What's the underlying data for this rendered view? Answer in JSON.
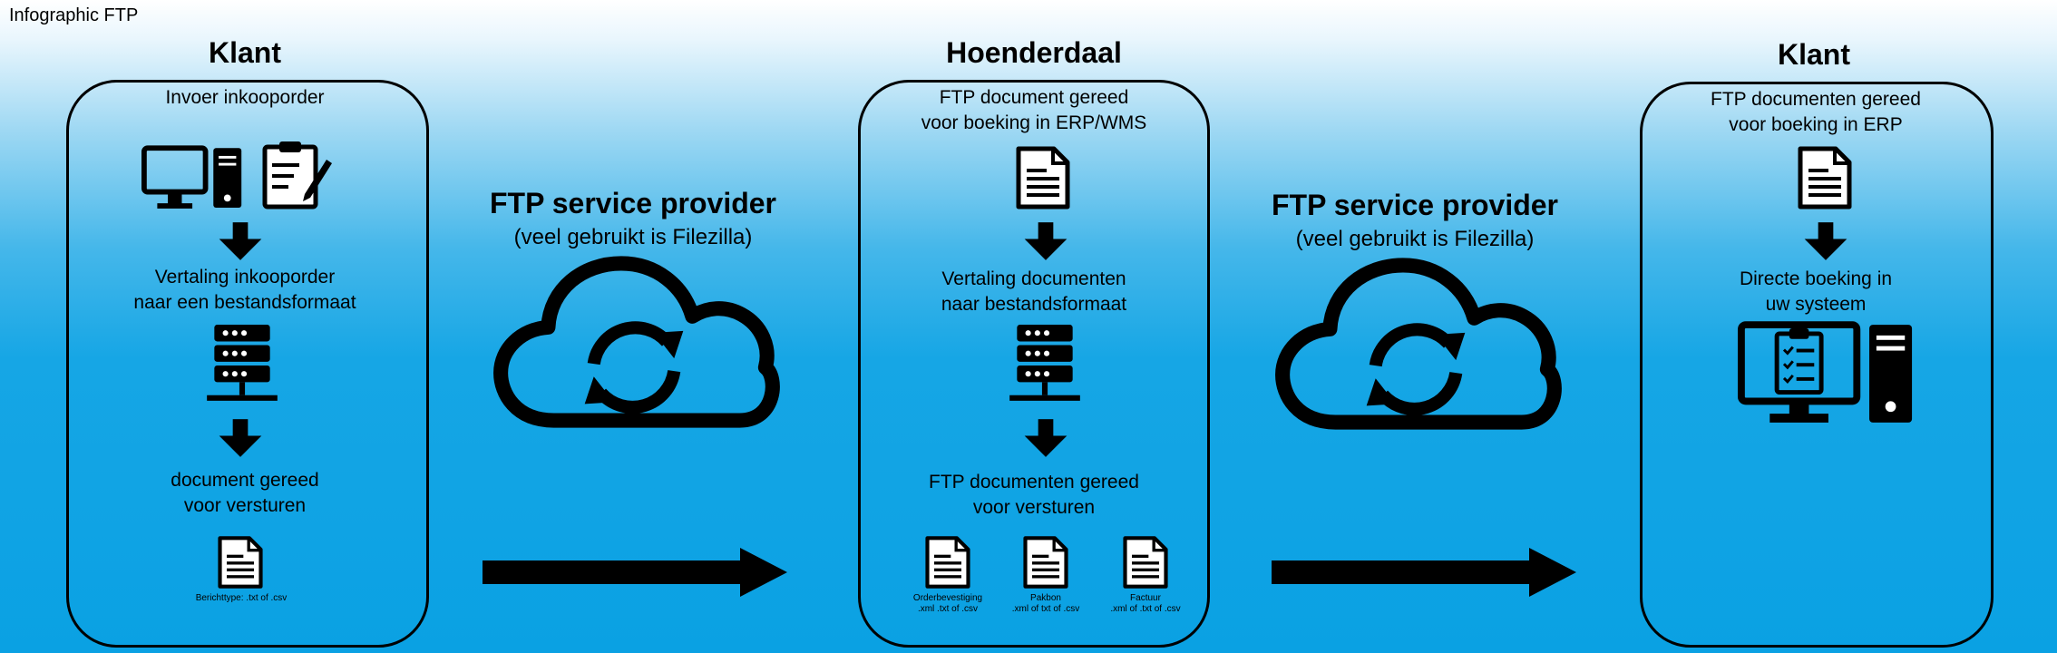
{
  "page_label": "Infographic FTP",
  "left_panel": {
    "title": "Klant",
    "step1": "Invoer inkooporder",
    "step2_line1": "Vertaling inkooporder",
    "step2_line2": "naar een bestandsformaat",
    "step3_line1": "document gereed",
    "step3_line2": "voor versturen",
    "file_caption": "Berichttype: .txt of .csv"
  },
  "provider_1": {
    "title": "FTP service provider",
    "subtitle": "(veel gebruikt is Filezilla)"
  },
  "middle_panel": {
    "title": "Hoenderdaal",
    "step1_line1": "FTP document gereed",
    "step1_line2": "voor boeking in ERP/WMS",
    "step2_line1": "Vertaling documenten",
    "step2_line2": "naar bestandsformaat",
    "step3_line1": "FTP documenten gereed",
    "step3_line2": "voor versturen",
    "files": [
      {
        "line1": "Orderbevestiging",
        "line2": ".xml .txt of .csv"
      },
      {
        "line1": "Pakbon",
        "line2": ".xml of txt of .csv"
      },
      {
        "line1": "Factuur",
        "line2": ".xml of .txt of .csv"
      }
    ]
  },
  "provider_2": {
    "title": "FTP service provider",
    "subtitle": "(veel gebruikt is Filezilla)"
  },
  "right_panel": {
    "title": "Klant",
    "step1_line1": "FTP documenten gereed",
    "step1_line2": "voor boeking in ERP",
    "step2_line1": "Directe boeking in",
    "step2_line2": "uw systeem"
  },
  "colors": {
    "ink": "#000000",
    "background_top": "#ffffff",
    "background_bottom": "#0aa1e3"
  }
}
